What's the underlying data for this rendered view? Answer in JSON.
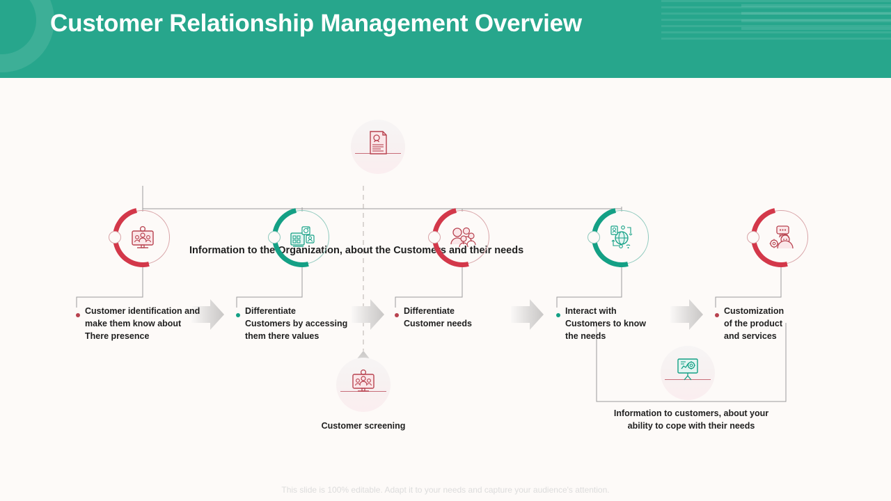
{
  "header": {
    "title": "Customer Relationship Management Overview",
    "bg_color": "#27a68c"
  },
  "banner": {
    "text": "Information to the Organization, about the Customers and their needs"
  },
  "colors": {
    "red": "#d3384a",
    "teal": "#14a085",
    "red_dot": "#b8424f",
    "teal_dot": "#14a085",
    "background": "#fdfaf8"
  },
  "steps": [
    {
      "index": 1,
      "accent": "red",
      "icon": "monitor-users-gear-icon",
      "label": "Customer identification and\nmake them know about\nThere presence"
    },
    {
      "index": 2,
      "accent": "teal",
      "icon": "dashboard-profile-cards-icon",
      "label": "Differentiate\nCustomers by accessing\nthem there values"
    },
    {
      "index": 3,
      "accent": "red",
      "icon": "people-group-icon",
      "label": "Differentiate\nCustomer needs"
    },
    {
      "index": 4,
      "accent": "teal",
      "icon": "global-network-profile-icon",
      "label": "Interact with\nCustomers to know\nthe needs"
    },
    {
      "index": 5,
      "accent": "red",
      "icon": "customer-support-chat-icon",
      "label": "Customization\nof the product\nand services"
    }
  ],
  "top_node": {
    "icon": "document-profile-icon"
  },
  "bottom_left_node": {
    "icon": "monitor-users-gear-icon",
    "caption": "Customer screening"
  },
  "bottom_right_node": {
    "icon": "presentation-gear-idea-icon",
    "caption": "Information to customers, about your\nability to cope with their needs"
  },
  "footer": {
    "text": "This slide is 100% editable. Adapt it to your needs and capture your audience's attention."
  }
}
